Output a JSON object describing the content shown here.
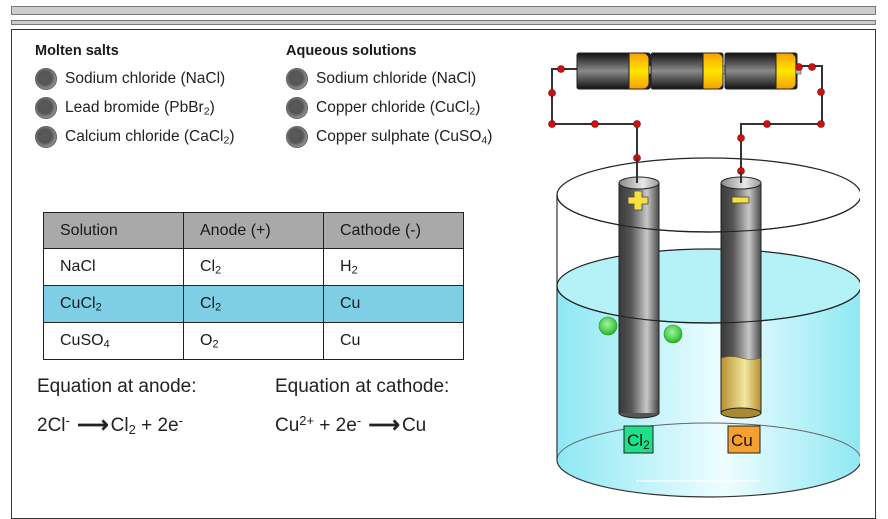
{
  "molten": {
    "title": "Molten salts",
    "options": [
      {
        "label": "Sodium chloride (NaCl)",
        "html": "Sodium chloride (NaCl)"
      },
      {
        "label": "Lead bromide (PbBr2)",
        "html": "Lead bromide (PbBr<sub>2</sub>)"
      },
      {
        "label": "Calcium chloride (CaCl2)",
        "html": "Calcium chloride (CaCl<sub>2</sub>)"
      }
    ]
  },
  "aqueous": {
    "title": "Aqueous solutions",
    "options": [
      {
        "label": "Sodium chloride (NaCl)",
        "html": "Sodium chloride (NaCl)"
      },
      {
        "label": "Copper chloride (CuCl2)",
        "html": "Copper chloride (CuCl<sub>2</sub>)"
      },
      {
        "label": "Copper sulphate (CuSO4)",
        "html": "Copper sulphate (CuSO<sub>4</sub>)"
      }
    ]
  },
  "table": {
    "headers": [
      "Solution",
      "Anode (+)",
      "Cathode (-)"
    ],
    "rows": [
      {
        "cells": [
          "NaCl",
          "Cl2",
          "H2"
        ],
        "html": [
          "NaCl",
          "Cl<sub>2</sub>",
          "H<sub>2</sub>"
        ],
        "highlighted": false
      },
      {
        "cells": [
          "CuCl2",
          "Cl2",
          "Cu"
        ],
        "html": [
          "CuCl<sub>2</sub>",
          "Cl<sub>2</sub>",
          "Cu"
        ],
        "highlighted": true
      },
      {
        "cells": [
          "CuSO4",
          "O2",
          "Cu"
        ],
        "html": [
          "CuSO<sub>4</sub>",
          "O<sub>2</sub>",
          "Cu"
        ],
        "highlighted": false
      }
    ],
    "highlight_color": "#7ecfe6"
  },
  "equations": {
    "anode_title": "Equation at anode:",
    "anode": "2Cl- → Cl2 + 2e-",
    "anode_html": "2Cl<sup>-</sup> <span class=\"arrow\">⟶</span>Cl<sub>2</sub> + 2e<sup>-</sup>",
    "cathode_title": "Equation at cathode:",
    "cathode": "Cu2+ + 2e- → Cu",
    "cathode_html": "Cu<sup>2+</sup> + 2e<sup>-</sup> <span class=\"arrow\">⟶</span>Cu"
  },
  "apparatus": {
    "anode_sign": "+",
    "cathode_sign": "-",
    "anode_product": "Cl2",
    "cathode_product": "Cu",
    "anode_product_color": "#1fe08a",
    "cathode_product_color": "#f5a030",
    "solution_color": "#a8f0f8",
    "battery_cells": 3
  }
}
